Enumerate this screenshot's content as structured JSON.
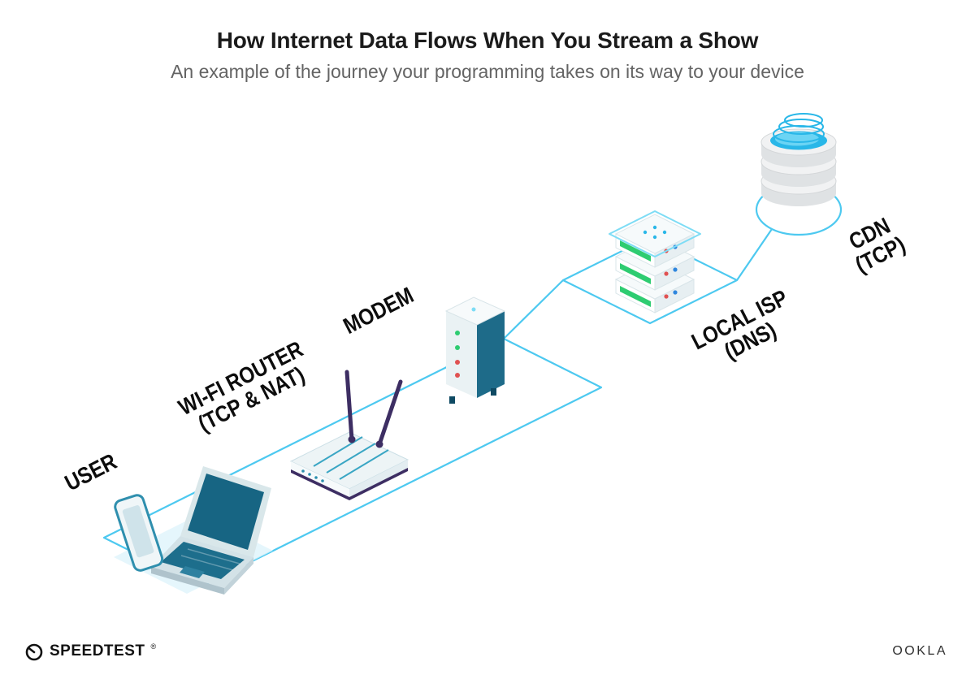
{
  "header": {
    "title": "How Internet Data Flows When You Stream a Show",
    "subtitle": "An example of the journey your programming takes on its way to your device"
  },
  "nodes": [
    {
      "label": "USER",
      "sub": ""
    },
    {
      "label": "WI-FI ROUTER",
      "sub": "(TCP & NAT)"
    },
    {
      "label": "MODEM",
      "sub": ""
    },
    {
      "label": "LOCAL ISP",
      "sub": "(DNS)"
    },
    {
      "label": "CDN",
      "sub": "(TCP)"
    }
  ],
  "footer": {
    "speedtest": "SPEEDTEST",
    "speedtest_mark": "®",
    "ookla": "OOKLA"
  },
  "colors": {
    "path_cyan": "#4DC9F0",
    "device_teal": "#1E6B89",
    "accent_cyan": "#29B7E8",
    "led_green": "#2ECC71",
    "led_red": "#E05252",
    "led_blue": "#2E86DE",
    "antenna_navy": "#3D2E63"
  }
}
